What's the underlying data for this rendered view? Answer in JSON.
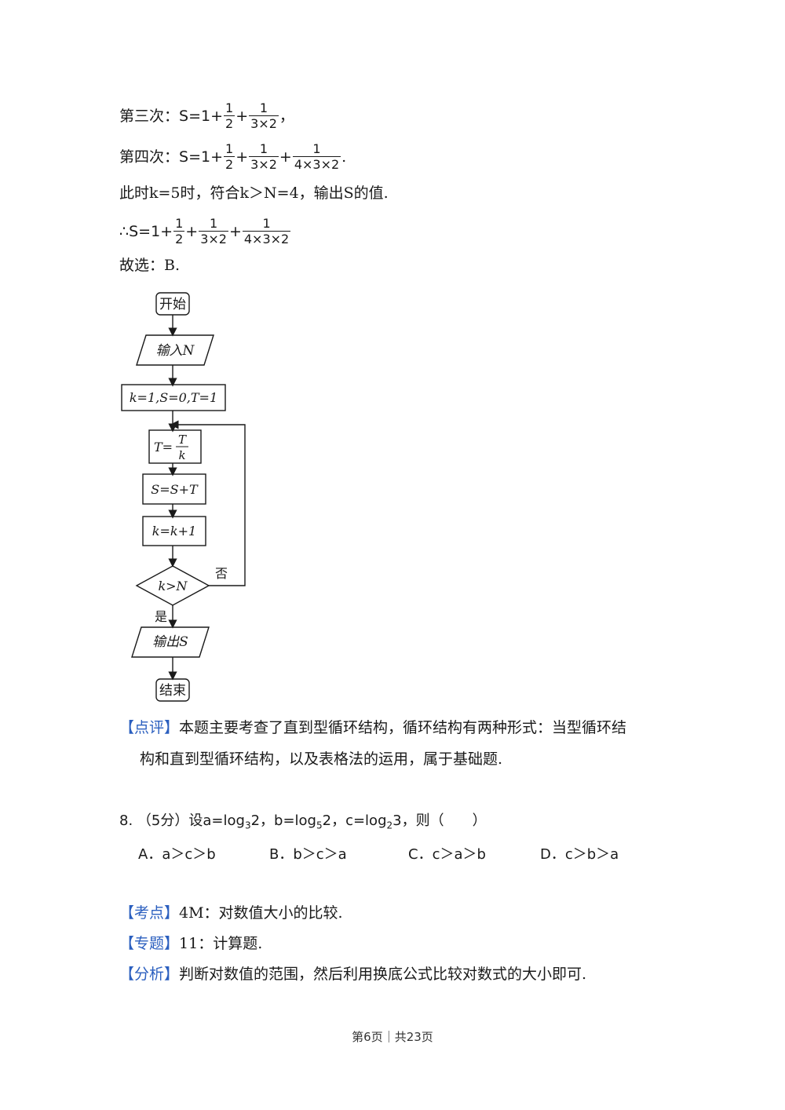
{
  "solution": {
    "third": {
      "label": "第三次：",
      "expr_start": "S=1+",
      "f1_num": "1",
      "f1_den": "2",
      "plus": "+",
      "f2_num": "1",
      "f2_den": "3×2",
      "end": "，"
    },
    "fourth": {
      "label": "第四次：",
      "expr_start": "S=1+",
      "f1_num": "1",
      "f1_den": "2",
      "plus": "+",
      "f2_num": "1",
      "f2_den": "3×2",
      "f3_num": "1",
      "f3_den": "4×3×2",
      "end": "."
    },
    "condition": "此时k=5时，符合k＞N=4，输出S的值.",
    "therefore": {
      "start": "∴S=1+",
      "f1_num": "1",
      "f1_den": "2",
      "plus": "+",
      "f2_num": "1",
      "f2_den": "3×2",
      "f3_num": "1",
      "f3_den": "4×3×2"
    },
    "choice": "故选：B."
  },
  "flowchart": {
    "start": "开始",
    "input": "输入N",
    "init": "k=1,S=0,T=1",
    "step_t_left": "T=",
    "step_t_num": "T",
    "step_t_den": "k",
    "step_s": "S=S+T",
    "step_k": "k=k+1",
    "decision": "k>N",
    "no": "否",
    "yes": "是",
    "output": "输出S",
    "end": "结束"
  },
  "review": {
    "tag": "【点评】",
    "line1": "本题主要考查了直到型循环结构，循环结构有两种形式：当型循环结",
    "line2": "构和直到型循环结构，以及表格法的运用，属于基础题."
  },
  "question8": {
    "number": "8.",
    "score": "（5分）设a=log",
    "a_sub": "3",
    "a_rest": "2，b=log",
    "b_sub": "5",
    "b_rest": "2，c=log",
    "c_sub": "2",
    "c_rest": "3，则（　　）",
    "options": [
      {
        "label": "A．a＞c＞b"
      },
      {
        "label": "B．b＞c＞a"
      },
      {
        "label": "C．c＞a＞b"
      },
      {
        "label": "D．c＞b＞a"
      }
    ]
  },
  "analysis": {
    "point_tag": "【考点】",
    "point_text": "4M：对数值大小的比较.",
    "topic_tag": "【专题】",
    "topic_text": "11：计算题.",
    "analyze_tag": "【分析】",
    "analyze_text": "判断对数值的范围，然后利用换底公式比较对数式的大小即可."
  },
  "footer": {
    "text": "第6页｜共23页"
  }
}
